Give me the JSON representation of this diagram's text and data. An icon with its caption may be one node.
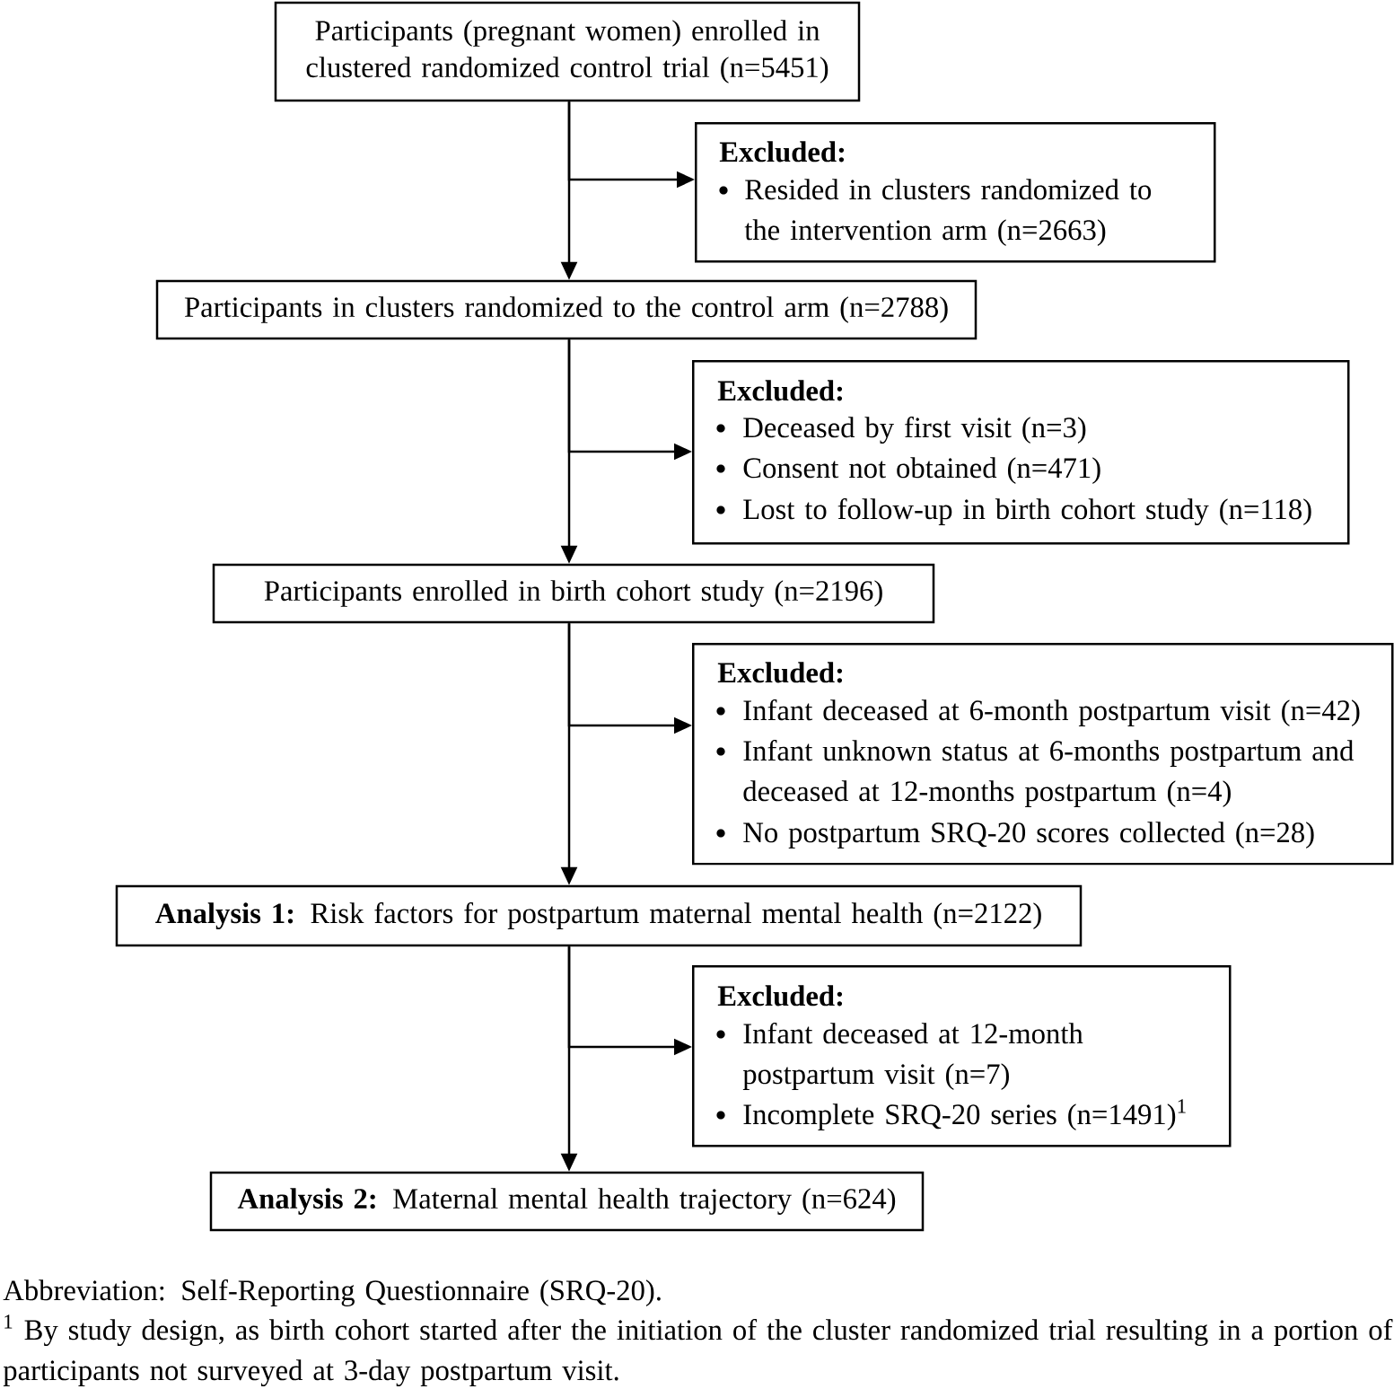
{
  "diagram": {
    "nodes": [
      {
        "text": [
          "Participants (pregnant women) enrolled in clustered randomized control trial (n=5451)"
        ]
      },
      {
        "text": [
          "Excluded:",
          "Resided in clusters randomized to the intervention arm (n=2663)"
        ]
      },
      {
        "text": [
          "Participants in clusters randomized to the control arm (n=2788)"
        ]
      },
      {
        "text": [
          "Excluded:",
          "Deceased by first visit (n=3)",
          "Consent not obtained (n=471)",
          "Lost to follow-up in birth cohort study (n=118)"
        ]
      },
      {
        "text": [
          "Participants enrolled in birth cohort study (n=2196)"
        ]
      },
      {
        "text": [
          "Excluded:",
          "Infant deceased at 6-month postpartum visit (n=42)",
          "Infant unknown status at 6-months postpartum and deceased at 12-months postpartum (n=4)",
          "No postpartum SRQ-20 scores collected (n=28)"
        ]
      },
      {
        "text": [
          "**Analysis 1:** Risk factors for postpartum maternal mental health (n=2122)"
        ]
      },
      {
        "text": [
          "Excluded:",
          "Infant deceased at 12-month postpartum visit (n=7)",
          "Incomplete SRQ-20 series (n=1491)$^{1}$"
        ]
      },
      {
        "text": [
          "**Analysis 2:** Maternal mental health trajectory (n=624)"
        ]
      }
    ],
    "edges": [
      {
        "from": 0,
        "to": 1,
        "arrow": "to"
      },
      {
        "from": 0,
        "to": 2,
        "arrow": "to"
      },
      {
        "from": 2,
        "to": 3,
        "arrow": "to"
      },
      {
        "from": 2,
        "to": 4,
        "arrow": "to"
      },
      {
        "from": 4,
        "to": 5,
        "arrow": "to"
      },
      {
        "from": 4,
        "to": 6,
        "arrow": "to"
      },
      {
        "from": 6,
        "to": 7,
        "arrow": "to"
      },
      {
        "from": 6,
        "to": 8,
        "arrow": "to"
      }
    ],
    "labels": [
      "Abbreviation: Self-Reporting Questionnaire (SRQ-20).",
      "$^{1}$ By study design, as birth cohort started after the initiation of the cluster randomized trial resulting in a portion of participants not surveyed at 3-day postpartum visit."
    ]
  }
}
